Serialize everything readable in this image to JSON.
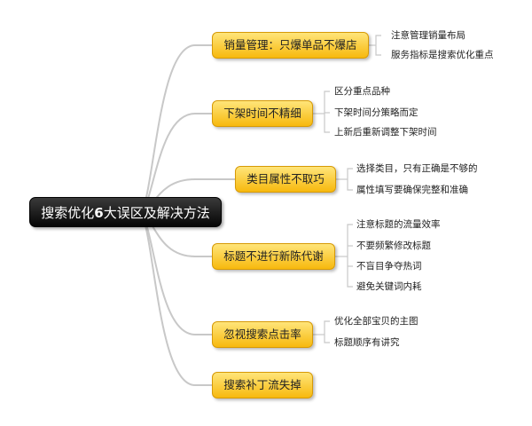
{
  "root": {
    "title_pre": "搜索优化",
    "title_bold": "6",
    "title_post": "大误区及解决方法"
  },
  "branches": [
    {
      "label": "销量管理：只爆单品不爆店",
      "notes": [
        "注意管理销量布局",
        "服务指标是搜索优化重点"
      ]
    },
    {
      "label": "下架时间不精细",
      "notes": [
        "区分重点品种",
        "下架时间分策略而定",
        "上新后重新调整下架时间"
      ]
    },
    {
      "label": "类目属性不取巧",
      "notes": [
        "选择类目，只有正确是不够的",
        "属性填写要确保完整和准确"
      ]
    },
    {
      "label": "标题不进行新陈代谢",
      "notes": [
        "注意标题的流量效率",
        "不要频繁修改标题",
        "不盲目争夺热词",
        "避免关键词内耗"
      ]
    },
    {
      "label": "忽视搜索点击率",
      "notes": [
        "优化全部宝贝的主图",
        "标题顺序有讲究"
      ]
    },
    {
      "label": "搜索补丁流失掉",
      "notes": []
    }
  ],
  "colors": {
    "link": "#c8c8c8",
    "topic_border": "#d79a06",
    "root_bg": "#111111"
  }
}
